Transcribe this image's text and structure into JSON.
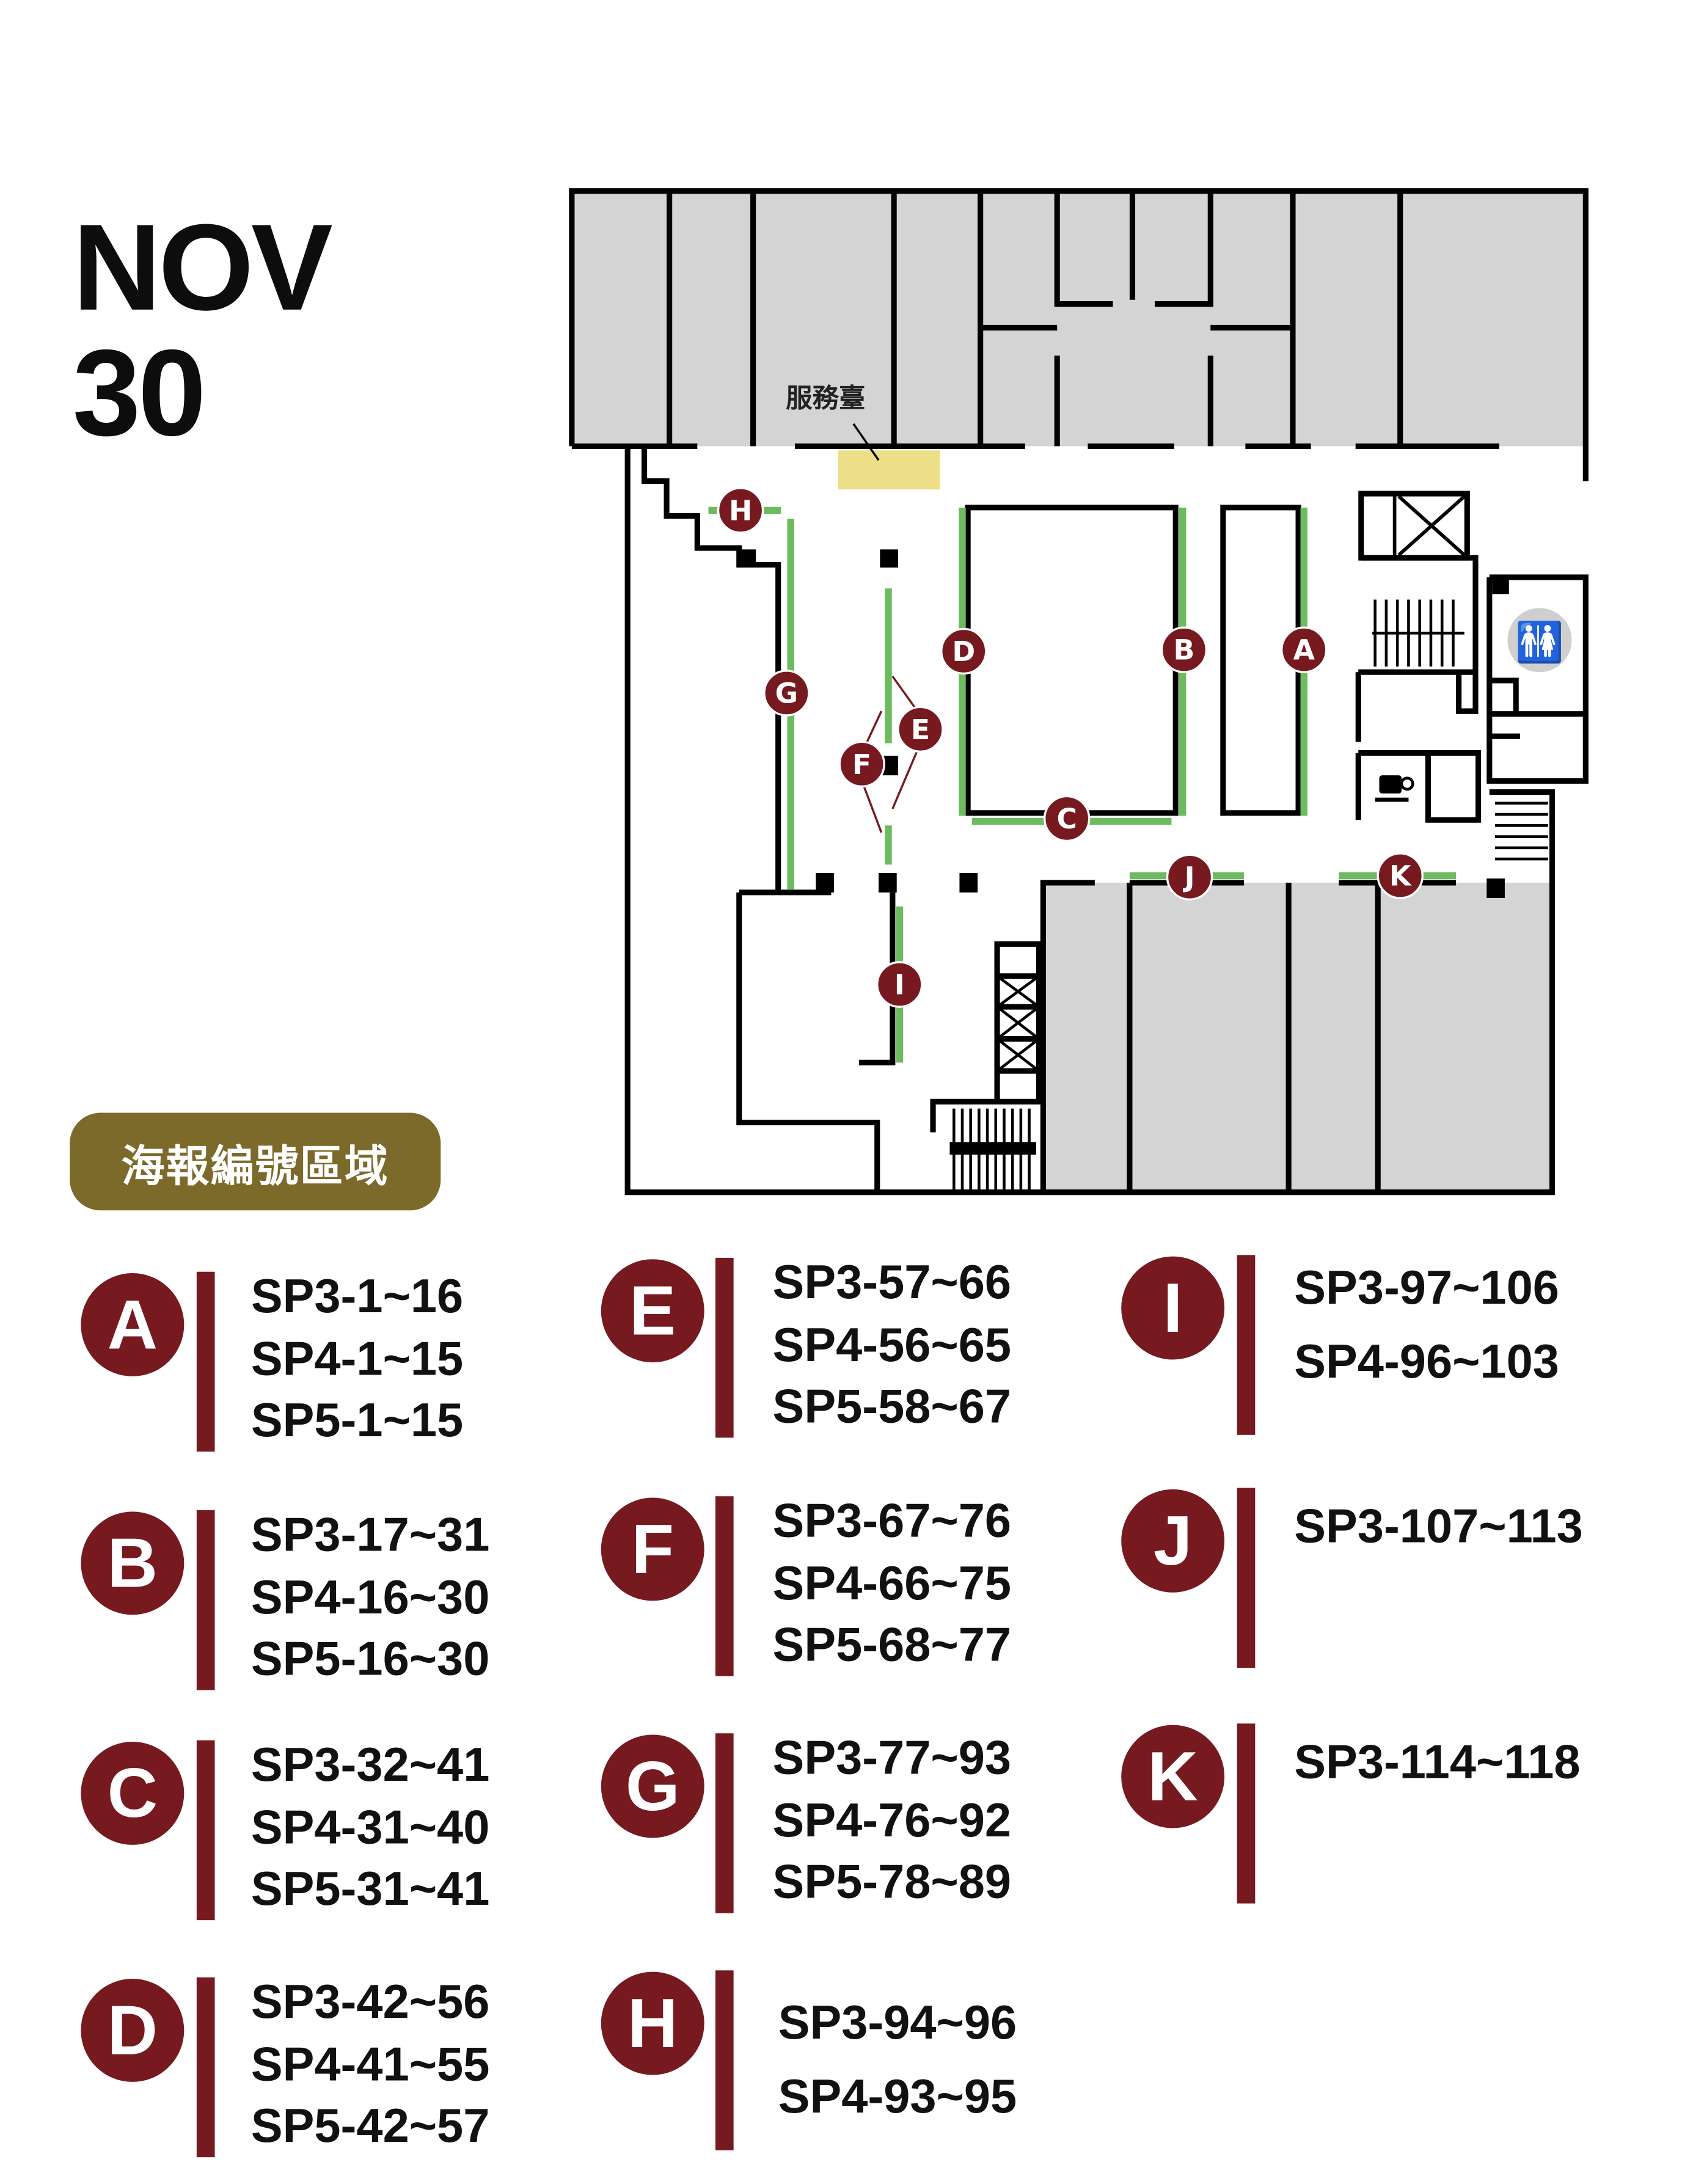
{
  "date": {
    "month": "NOV",
    "day": "30"
  },
  "map": {
    "service_desk_label": "服務臺",
    "markers": [
      "A",
      "B",
      "C",
      "D",
      "E",
      "F",
      "G",
      "H",
      "I",
      "J",
      "K"
    ],
    "colors": {
      "marker": "#761a1f",
      "poster_wall": "#6cbb5e",
      "room": "#d3d4d3",
      "service_desk": "#ecdf87"
    },
    "icons": [
      "restroom-icon",
      "coffee-icon",
      "elevator-icon",
      "stairs-icon"
    ]
  },
  "legend": {
    "title": "海報編號區域",
    "zones": [
      {
        "letter": "A",
        "ranges": [
          "SP3-1~16",
          "SP4-1~15",
          "SP5-1~15"
        ]
      },
      {
        "letter": "B",
        "ranges": [
          "SP3-17~31",
          "SP4-16~30",
          "SP5-16~30"
        ]
      },
      {
        "letter": "C",
        "ranges": [
          "SP3-32~41",
          "SP4-31~40",
          "SP5-31~41"
        ]
      },
      {
        "letter": "D",
        "ranges": [
          "SP3-42~56",
          "SP4-41~55",
          "SP5-42~57"
        ]
      },
      {
        "letter": "E",
        "ranges": [
          "SP3-57~66",
          "SP4-56~65",
          "SP5-58~67"
        ]
      },
      {
        "letter": "F",
        "ranges": [
          "SP3-67~76",
          "SP4-66~75",
          "SP5-68~77"
        ]
      },
      {
        "letter": "G",
        "ranges": [
          "SP3-77~93",
          "SP4-76~92",
          "SP5-78~89"
        ]
      },
      {
        "letter": "H",
        "ranges": [
          "SP3-94~96",
          "SP4-93~95"
        ]
      },
      {
        "letter": "I",
        "ranges": [
          "SP3-97~106",
          "SP4-96~103"
        ]
      },
      {
        "letter": "J",
        "ranges": [
          "SP3-107~113"
        ]
      },
      {
        "letter": "K",
        "ranges": [
          "SP3-114~118"
        ]
      }
    ]
  }
}
